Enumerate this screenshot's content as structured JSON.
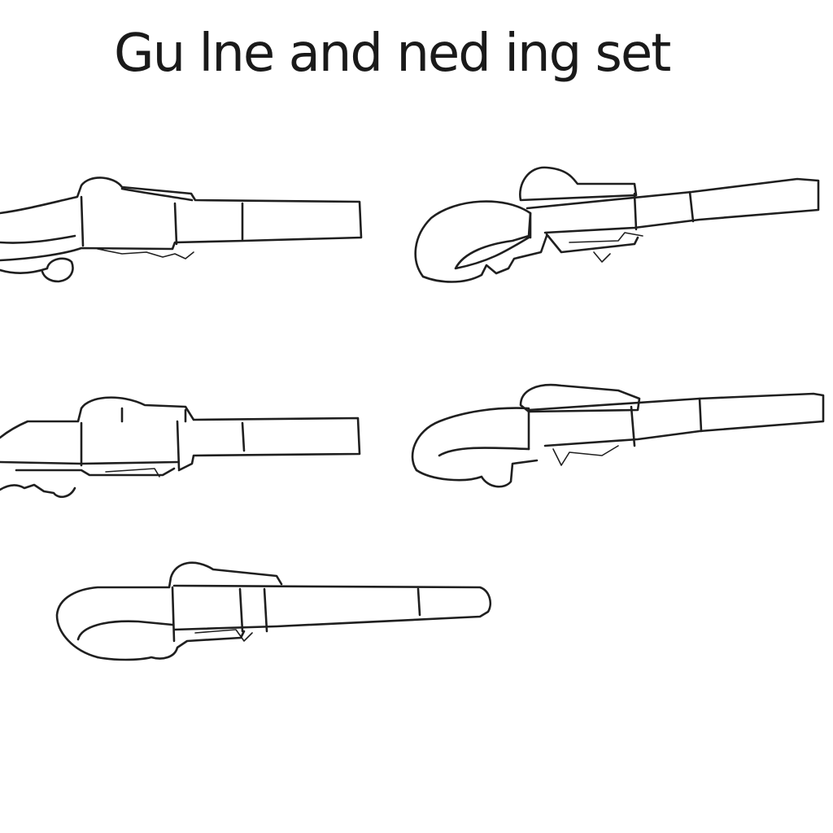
{
  "title": "Gu lne and ned ing set",
  "colors": {
    "background": "#ffffff",
    "ink": "#1f1f1f"
  },
  "illustrations": [
    {
      "name": "sketch-1"
    },
    {
      "name": "sketch-2"
    },
    {
      "name": "sketch-3"
    },
    {
      "name": "sketch-4"
    },
    {
      "name": "sketch-5"
    }
  ]
}
